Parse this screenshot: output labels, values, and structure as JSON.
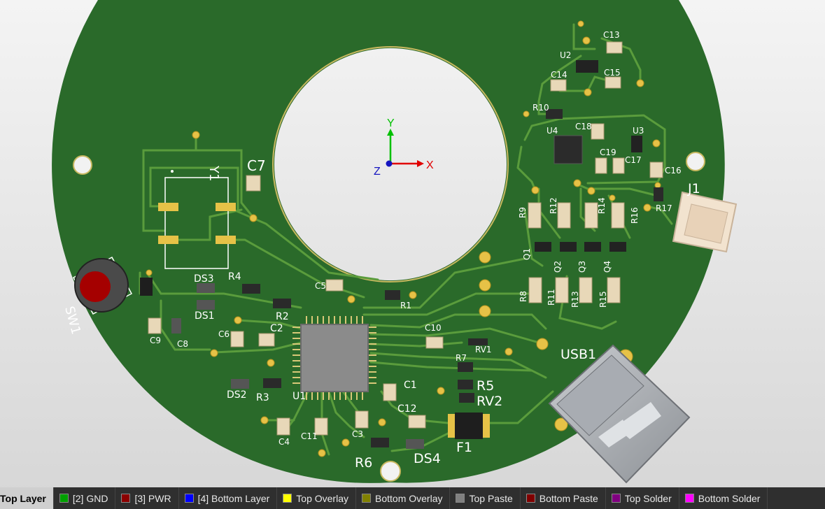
{
  "board": {
    "designators": {
      "Y1": "Y1",
      "C7": "C7",
      "C13": "C13",
      "U2": "U2",
      "C14": "C14",
      "C15": "C15",
      "R10": "R10",
      "U4": "U4",
      "C18": "C18",
      "U3": "U3",
      "C19": "C19",
      "C17": "C17",
      "C16": "C16",
      "J1": "J1",
      "R9": "R9",
      "R12": "R12",
      "R14": "R14",
      "R16": "R16",
      "R17": "R17",
      "Q1": "Q1",
      "Q2": "Q2",
      "Q3": "Q3",
      "Q4": "Q4",
      "R8": "R8",
      "R11": "R11",
      "R13": "R13",
      "R15": "R15",
      "SW1": "SW1",
      "DS3": "DS3",
      "DS1": "DS1",
      "R4": "R4",
      "R2": "R2",
      "C5": "C5",
      "R1": "R1",
      "C9": "C9",
      "C8": "C8",
      "C6": "C6",
      "C2": "C2",
      "C10": "C10",
      "RV1": "RV1",
      "USB1": "USB1",
      "R7": "R7",
      "R5": "R5",
      "RV2": "RV2",
      "C1": "C1",
      "C12": "C12",
      "DS2": "DS2",
      "R3": "R3",
      "U1": "U1",
      "C4": "C4",
      "C11": "C11",
      "C3": "C3",
      "R6": "R6",
      "DS4": "DS4",
      "F1": "F1"
    },
    "axis": {
      "x": "X",
      "y": "Y",
      "z": "Z"
    }
  },
  "layers": [
    {
      "label": "Top Layer",
      "color": "#cc0000",
      "active": true
    },
    {
      "label": "[2] GND",
      "color": "#00a000"
    },
    {
      "label": "[3] PWR",
      "color": "#8b0000"
    },
    {
      "label": "[4] Bottom Layer",
      "color": "#0000ff"
    },
    {
      "label": "Top Overlay",
      "color": "#ffff00"
    },
    {
      "label": "Bottom Overlay",
      "color": "#808000"
    },
    {
      "label": "Top Paste",
      "color": "#808080"
    },
    {
      "label": "Bottom Paste",
      "color": "#800000"
    },
    {
      "label": "Top Solder",
      "color": "#800080"
    },
    {
      "label": "Bottom Solder",
      "color": "#ff00ff"
    }
  ],
  "colors": {
    "board": "#2a6a2a",
    "trace": "#5a9c3c",
    "pad": "#e6c247",
    "hole": "#ffffff"
  }
}
